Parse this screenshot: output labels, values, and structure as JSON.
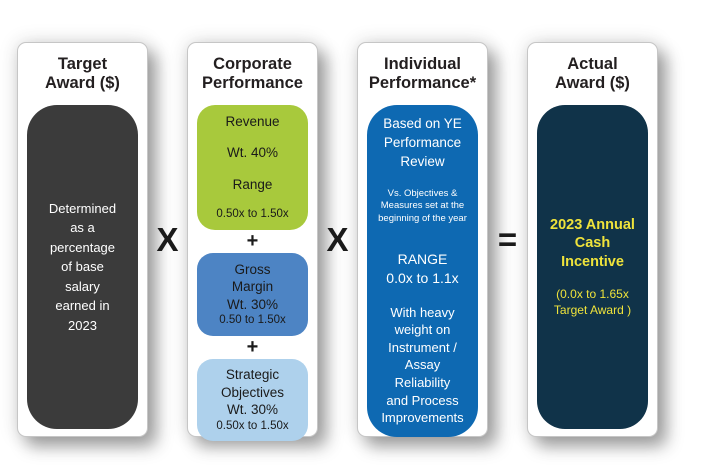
{
  "diagram": {
    "operators": {
      "multiply": "X",
      "equals": "=",
      "plus": "+"
    },
    "columns": [
      {
        "header": "Target\nAward ($)",
        "body": "Determined\nas a\npercentage\nof base\nsalary\nearned in\n2023"
      },
      {
        "header": "Corporate\nPerformance",
        "boxes": [
          {
            "title": "Revenue",
            "weight": "Wt. 40%",
            "range_label": "Range",
            "range": "0.50x to 1.50x"
          },
          {
            "title": "Gross\nMargin",
            "weight": "Wt. 30%",
            "range": "0.50 to 1.50x"
          },
          {
            "title": "Strategic\nObjectives",
            "weight": "Wt. 30%",
            "range": "0.50x to 1.50x"
          }
        ]
      },
      {
        "header": "Individual\nPerformance*",
        "para1": "Based on YE\nPerformance\nReview",
        "para2": "Vs. Objectives &\nMeasures set at the\nbeginning of the year",
        "para3": "RANGE\n0.0x to 1.1x",
        "para4": "With heavy\nweight on\nInstrument /\nAssay\nReliability\nand Process\nImprovements"
      },
      {
        "header": "Actual\nAward ($)",
        "title": "2023 Annual\nCash\nIncentive",
        "subtitle": "(0.0x to 1.65x\nTarget Award )"
      }
    ]
  },
  "colors": {
    "target_box": "#3b3b3b",
    "revenue_box": "#a8c93c",
    "gross_margin_box": "#4d84c4",
    "strategic_box": "#aed1ec",
    "individual_box": "#0e69b2",
    "actual_box": "#103349",
    "incentive_text": "#efe33b",
    "operator_text": "#1b1b1b"
  }
}
